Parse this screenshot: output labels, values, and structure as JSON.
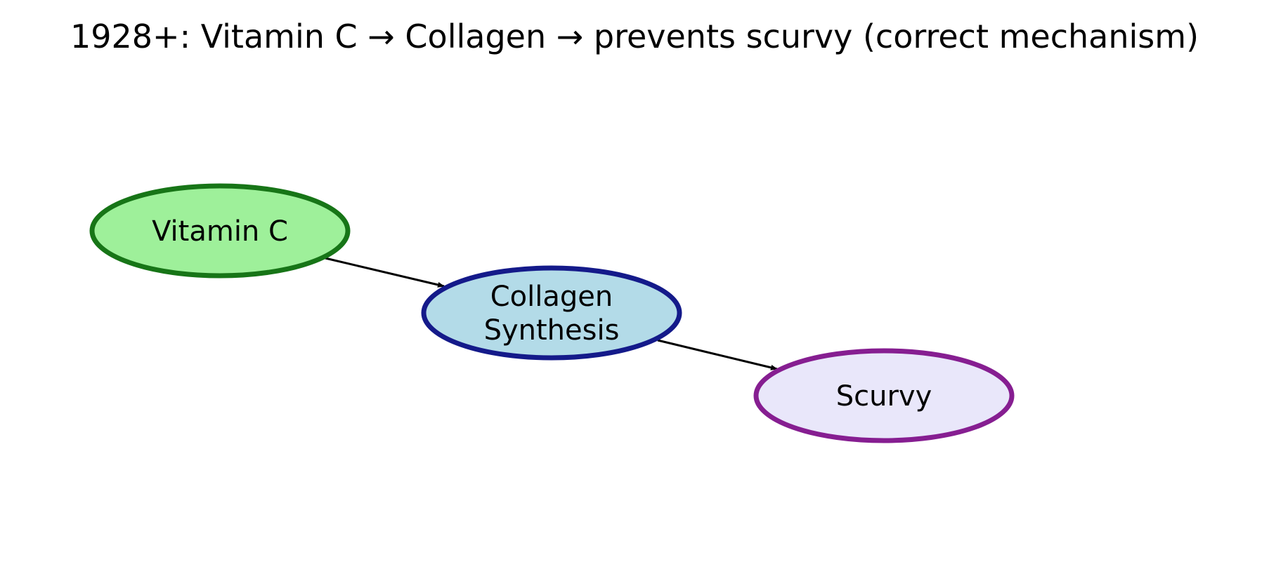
{
  "diagram": {
    "title": "1928+: Vitamin C → Collagen → prevents scurvy (correct mechanism)",
    "nodes": [
      {
        "id": "vitamin-c",
        "lines": [
          "Vitamin C"
        ],
        "fill": "#9ef09a",
        "stroke": "#177517"
      },
      {
        "id": "collagen-synthesis",
        "lines": [
          "Collagen",
          "Synthesis"
        ],
        "fill": "#b3dbe8",
        "stroke": "#141a8a"
      },
      {
        "id": "scurvy",
        "lines": [
          "Scurvy"
        ],
        "fill": "#e9e7fa",
        "stroke": "#861e91"
      }
    ],
    "edges": [
      {
        "from": "vitamin-c",
        "to": "collagen-synthesis"
      },
      {
        "from": "collagen-synthesis",
        "to": "scurvy"
      }
    ]
  }
}
